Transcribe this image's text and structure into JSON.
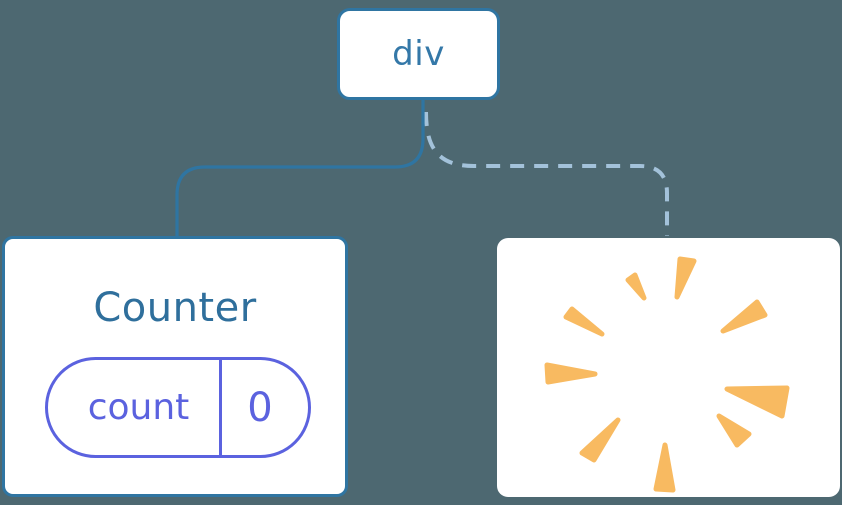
{
  "diagram": {
    "description": "component-tree-diagram",
    "root_node": {
      "label": "div"
    },
    "counter_node": {
      "title": "Counter",
      "state_pill": {
        "key_label": "count",
        "value": "0"
      },
      "link_style": "solid"
    },
    "removed_node": {
      "icon": "poof-explosion",
      "link_style": "dashed"
    },
    "colors": {
      "background": "#4D6871",
      "card_background": "#FFFFFF",
      "node_border_blue": "#2F75A2",
      "solid_line_blue": "#2F75A2",
      "dashed_line_blue": "#A3C2DA",
      "root_label_blue": "#3478A8",
      "counter_title_blue": "#2F6F9C",
      "state_purple": "#5B62DF",
      "poof_orange": "#F8BA61"
    }
  }
}
